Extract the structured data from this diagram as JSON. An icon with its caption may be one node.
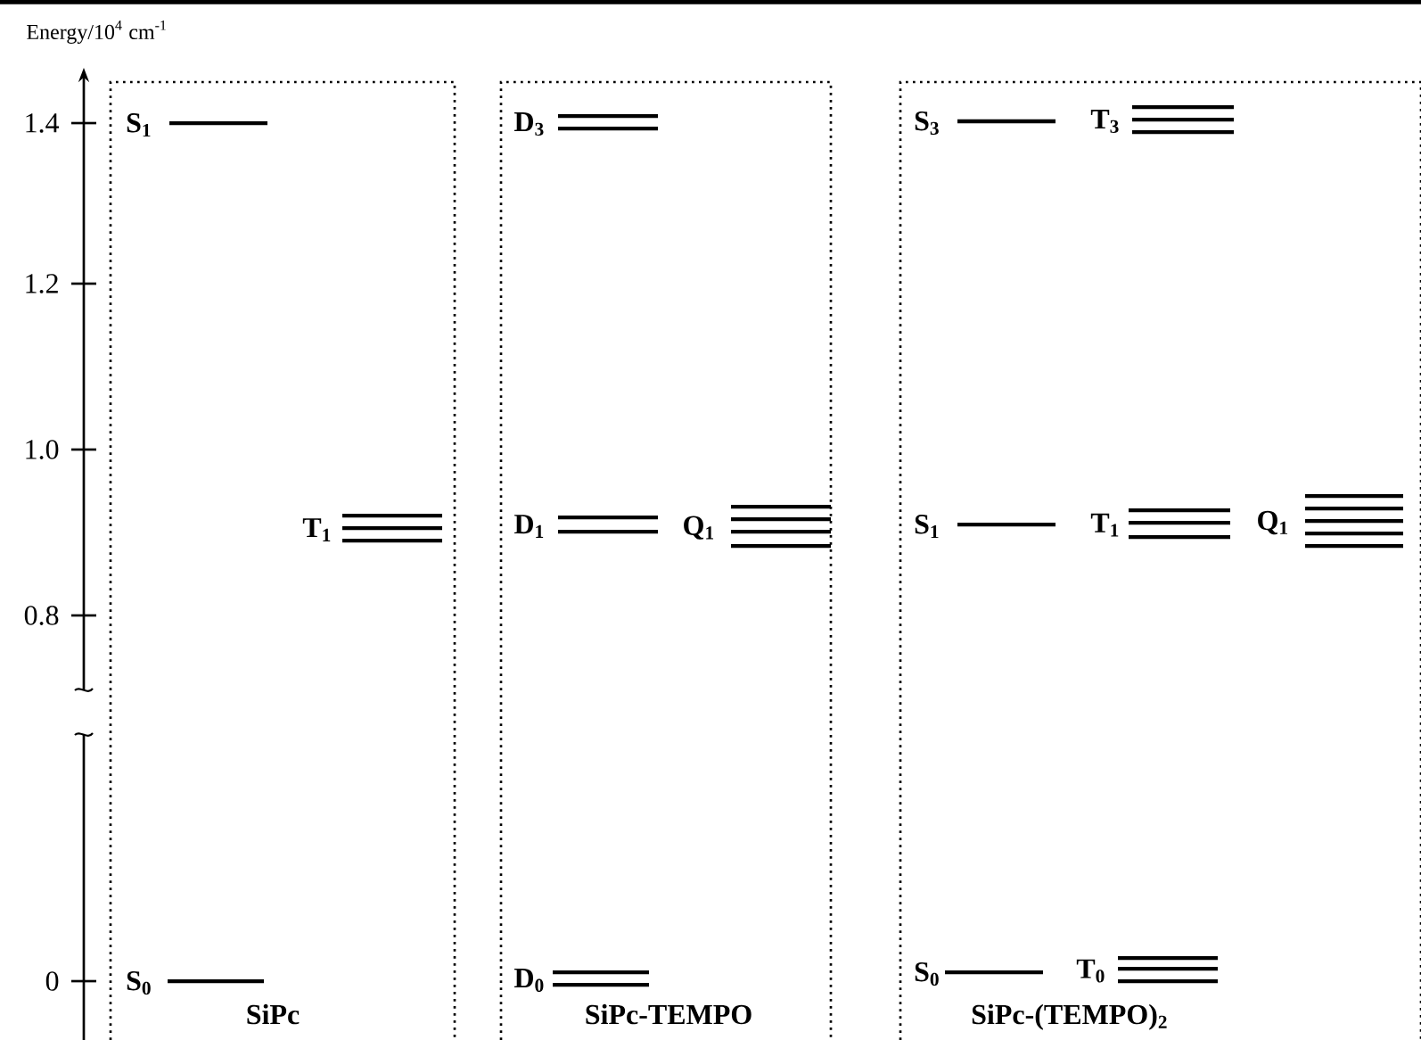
{
  "diagram": {
    "nodes": [
      {
        "text": [
          "SiPc"
        ]
      },
      {
        "text": [
          "S$_{1}$"
        ],
        "in": 0
      },
      {
        "text": [
          "T$_{1}$"
        ],
        "in": 0
      },
      {
        "text": [
          "S$_{0}$"
        ],
        "in": 0
      },
      {
        "text": [
          "SiPc-TEMPO"
        ]
      },
      {
        "text": [
          "D$_{3}$"
        ],
        "in": 4
      },
      {
        "text": [
          "D$_{1}$"
        ],
        "in": 4
      },
      {
        "text": [
          "Q$_{1}$"
        ],
        "in": 4
      },
      {
        "text": [
          "D$_{0}$"
        ],
        "in": 4
      },
      {
        "text": [
          "SiPc-(TEMPO)$_{2}$"
        ]
      },
      {
        "text": [
          "S$_{3}$"
        ],
        "in": 9
      },
      {
        "text": [
          "T$_{3}$"
        ],
        "in": 9
      },
      {
        "text": [
          "S$_{1}$"
        ],
        "in": 9
      },
      {
        "text": [
          "T$_{1}$"
        ],
        "in": 9
      },
      {
        "text": [
          "Q$_{1}$"
        ],
        "in": 9
      },
      {
        "text": [
          "S$_{0}$"
        ],
        "in": 9
      },
      {
        "text": [
          "T$_{0}$"
        ],
        "in": 9
      }
    ],
    "labels": [
      "Energy/10$^{4}$ cm$^{-1}$",
      "1.4",
      "1.2",
      "1.0",
      "0.8",
      "0"
    ]
  }
}
